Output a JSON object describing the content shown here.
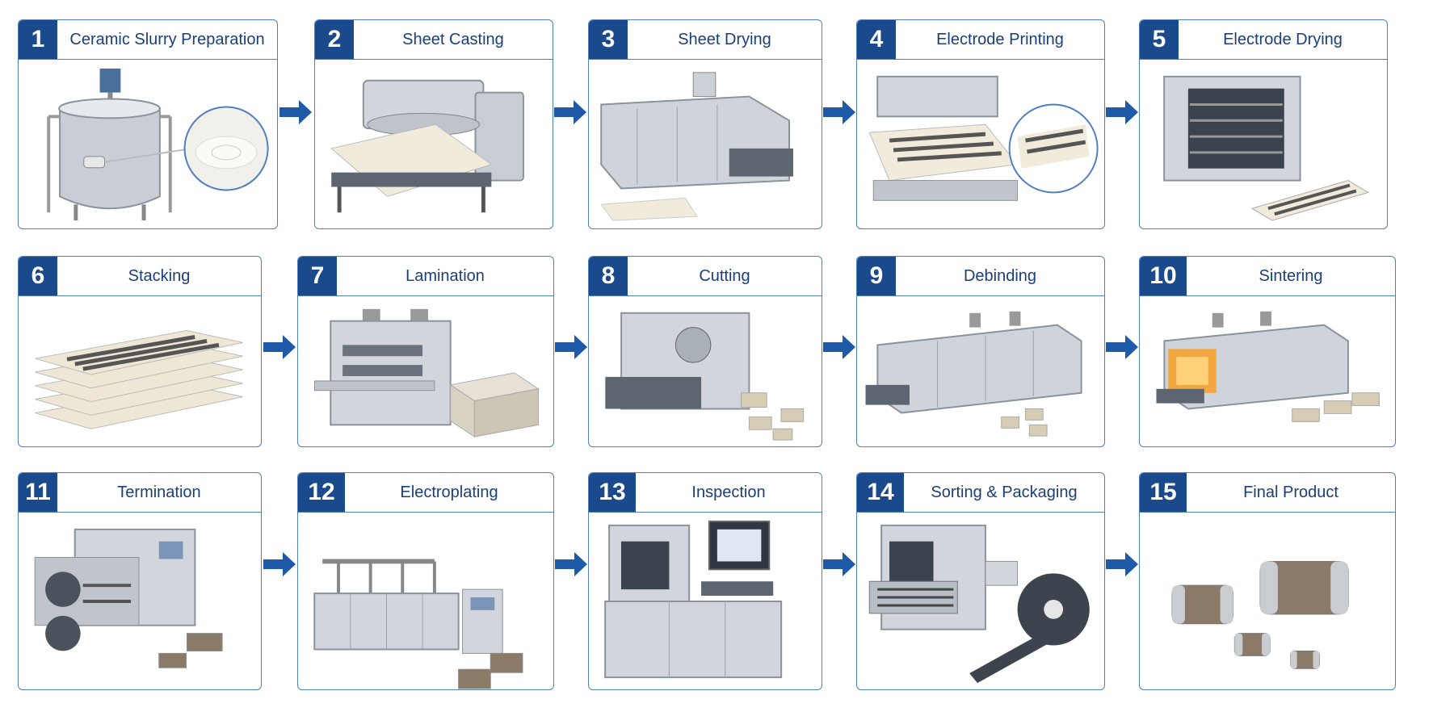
{
  "colors": {
    "border": "#4f7fc0",
    "badge": "#1b4a8c",
    "title": "#1b3f78",
    "arrow": "#1f5aa8"
  },
  "steps": [
    {
      "num": "1",
      "title": "Ceramic Slurry Preparation",
      "icon": "mixing-tank-icon"
    },
    {
      "num": "2",
      "title": "Sheet Casting",
      "icon": "tape-caster-icon"
    },
    {
      "num": "3",
      "title": "Sheet Drying",
      "icon": "drying-tunnel-icon"
    },
    {
      "num": "4",
      "title": "Electrode Printing",
      "icon": "screen-printer-icon"
    },
    {
      "num": "5",
      "title": "Electrode Drying",
      "icon": "drying-oven-icon"
    },
    {
      "num": "6",
      "title": "Stacking",
      "icon": "stacked-sheets-icon"
    },
    {
      "num": "7",
      "title": "Lamination",
      "icon": "laminating-press-icon"
    },
    {
      "num": "8",
      "title": "Cutting",
      "icon": "dicing-machine-icon"
    },
    {
      "num": "9",
      "title": "Debinding",
      "icon": "debinding-furnace-icon"
    },
    {
      "num": "10",
      "title": "Sintering",
      "icon": "sintering-kiln-icon"
    },
    {
      "num": "11",
      "title": "Termination",
      "icon": "termination-machine-icon"
    },
    {
      "num": "12",
      "title": "Electroplating",
      "icon": "plating-bath-icon"
    },
    {
      "num": "13",
      "title": "Inspection",
      "icon": "inspection-station-icon"
    },
    {
      "num": "14",
      "title": "Sorting & Packaging",
      "icon": "tape-reel-packager-icon"
    },
    {
      "num": "15",
      "title": "Final Product",
      "icon": "mlcc-chip-icon"
    }
  ]
}
